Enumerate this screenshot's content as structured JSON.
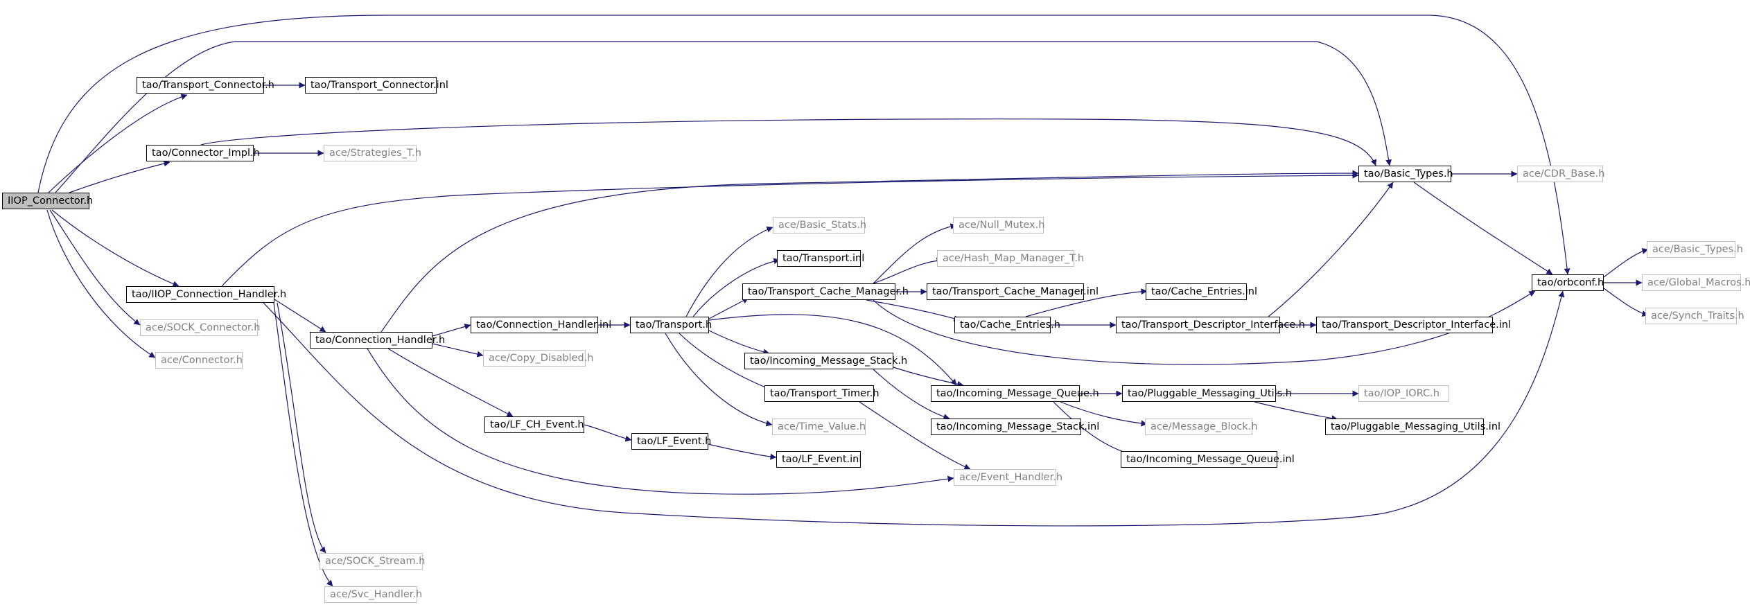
{
  "colors": {
    "edge": "#191970",
    "node_border": "#000000",
    "external_border": "#bfbfbf",
    "external_text": "#808080",
    "root_fill": "#bfbfbf"
  },
  "nodes": {
    "iiop_connector_h": "IIOP_Connector.h",
    "tao_transport_connector_h": "tao/Transport_Connector.h",
    "tao_transport_connector_inl": "tao/Transport_Connector.inl",
    "tao_connector_impl_h": "tao/Connector_Impl.h",
    "ace_strategies_t_h": "ace/Strategies_T.h",
    "tao_basic_types_h": "tao/Basic_Types.h",
    "ace_cdr_base_h": "ace/CDR_Base.h",
    "tao_orbconf_h": "tao/orbconf.h",
    "ace_basic_types_h": "ace/Basic_Types.h",
    "ace_global_macros_h": "ace/Global_Macros.h",
    "ace_synch_traits_h": "ace/Synch_Traits.h",
    "tao_iiop_connection_handler_h": "tao/IIOP_Connection_Handler.h",
    "ace_sock_connector_h": "ace/SOCK_Connector.h",
    "ace_connector_h": "ace/Connector.h",
    "tao_connection_handler_h": "tao/Connection_Handler.h",
    "tao_connection_handler_inl": "tao/Connection_Handler.inl",
    "ace_copy_disabled_h": "ace/Copy_Disabled.h",
    "tao_transport_h": "tao/Transport.h",
    "ace_basic_stats_h": "ace/Basic_Stats.h",
    "tao_transport_inl": "tao/Transport.inl",
    "tao_transport_cache_manager_h": "tao/Transport_Cache_Manager.h",
    "ace_null_mutex_h": "ace/Null_Mutex.h",
    "ace_hash_map_manager_t_h": "ace/Hash_Map_Manager_T.h",
    "tao_transport_cache_manager_inl": "tao/Transport_Cache_Manager.inl",
    "tao_cache_entries_h": "tao/Cache_Entries.h",
    "tao_cache_entries_inl": "tao/Cache_Entries.inl",
    "tao_transport_descriptor_interface_h": "tao/Transport_Descriptor_Interface.h",
    "tao_transport_descriptor_interface_inl": "tao/Transport_Descriptor_Interface.inl",
    "tao_incoming_message_stack_h": "tao/Incoming_Message_Stack.h",
    "tao_incoming_message_queue_h": "tao/Incoming_Message_Queue.h",
    "tao_pluggable_messaging_utils_h": "tao/Pluggable_Messaging_Utils.h",
    "tao_iop_iorc_h": "tao/IOP_IORC.h",
    "tao_pluggable_messaging_utils_inl": "tao/Pluggable_Messaging_Utils.inl",
    "tao_transport_timer_h": "tao/Transport_Timer.h",
    "tao_incoming_message_stack_inl": "tao/Incoming_Message_Stack.inl",
    "ace_message_block_h": "ace/Message_Block.h",
    "ace_time_value_h": "ace/Time_Value.h",
    "tao_incoming_message_queue_inl": "tao/Incoming_Message_Queue.inl",
    "tao_lf_ch_event_h": "tao/LF_CH_Event.h",
    "tao_lf_event_h": "tao/LF_Event.h",
    "tao_lf_event_inl": "tao/LF_Event.inl",
    "ace_event_handler_h": "ace/Event_Handler.h",
    "ace_sock_stream_h": "ace/SOCK_Stream.h",
    "ace_svc_handler_h": "ace/Svc_Handler.h"
  }
}
